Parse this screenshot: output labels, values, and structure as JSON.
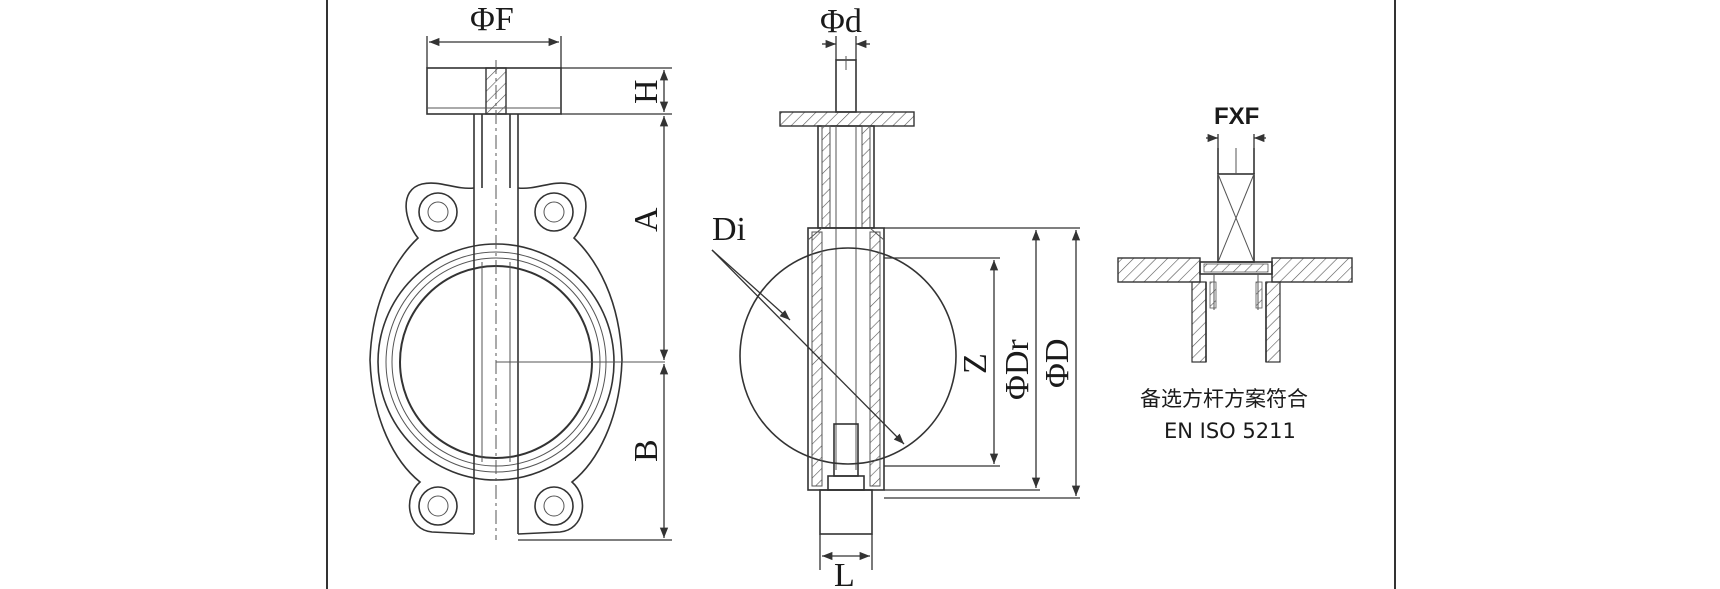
{
  "labels": {
    "phiF": "ΦF",
    "H": "H",
    "A": "A",
    "B": "B",
    "phid": "Φd",
    "Di": "Di",
    "Z": "Z",
    "phiDr": "ΦDr",
    "phiD": "ΦD",
    "L": "L",
    "FXF": "FXF"
  },
  "note": {
    "line1": "备选方杆方案符合",
    "line2": "EN ISO 5211"
  }
}
